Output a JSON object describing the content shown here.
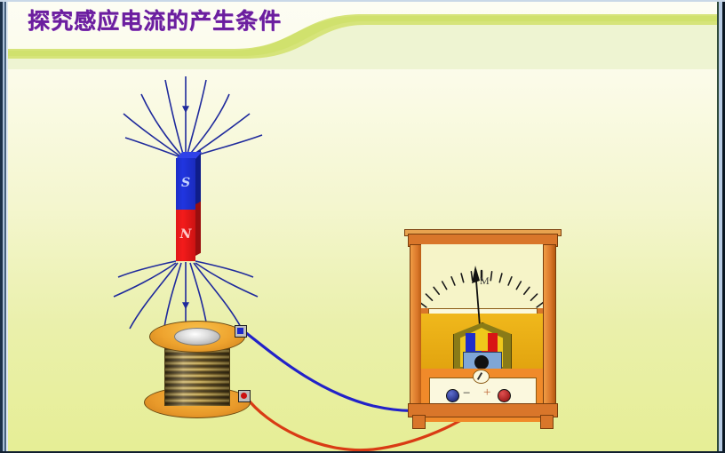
{
  "slide": {
    "title": "探究感应电流的产生条件",
    "title_color": "#6b1f9e",
    "background_top_color": "#fdfdf4",
    "background_bottom_color": "#e6ee95",
    "band_color": "#d6e47a",
    "band_light_color": "#eef3cf"
  },
  "diagram": {
    "name": "electromagnetic-induction-experiment",
    "magnet": {
      "label": "bar-magnet",
      "top_pole": "S",
      "bottom_pole": "N",
      "top_pole_color": "#2035e0",
      "bottom_pole_color": "#f31b1b"
    },
    "field_lines": {
      "label": "magnetic-field-lines",
      "color": "#1f2a9c",
      "arrow_direction": "into-S-pole-and-out-of-N-pole"
    },
    "coil": {
      "label": "solenoid-coil",
      "flange_color": "#eea32e",
      "winding_color": "#6b5522",
      "terminal_top": "blue",
      "terminal_bottom": "red"
    },
    "wires": {
      "blue_wire_color": "#2222c8",
      "red_wire_color": "#d93b14"
    },
    "galvanometer": {
      "label": "galvanometer",
      "frame_color": "#d9762a",
      "scale_face_color": "#f6f4c8",
      "mid_band_color": "#f0b81c",
      "needle_mark": "M",
      "terminal_minus": "−",
      "terminal_plus": "+",
      "terminal_minus_color": "#111a66",
      "terminal_plus_color": "#8a0b0b",
      "tick_count": 19,
      "horseshoe_left_color": "#1f2ecb",
      "horseshoe_right_color": "#d81515"
    }
  }
}
